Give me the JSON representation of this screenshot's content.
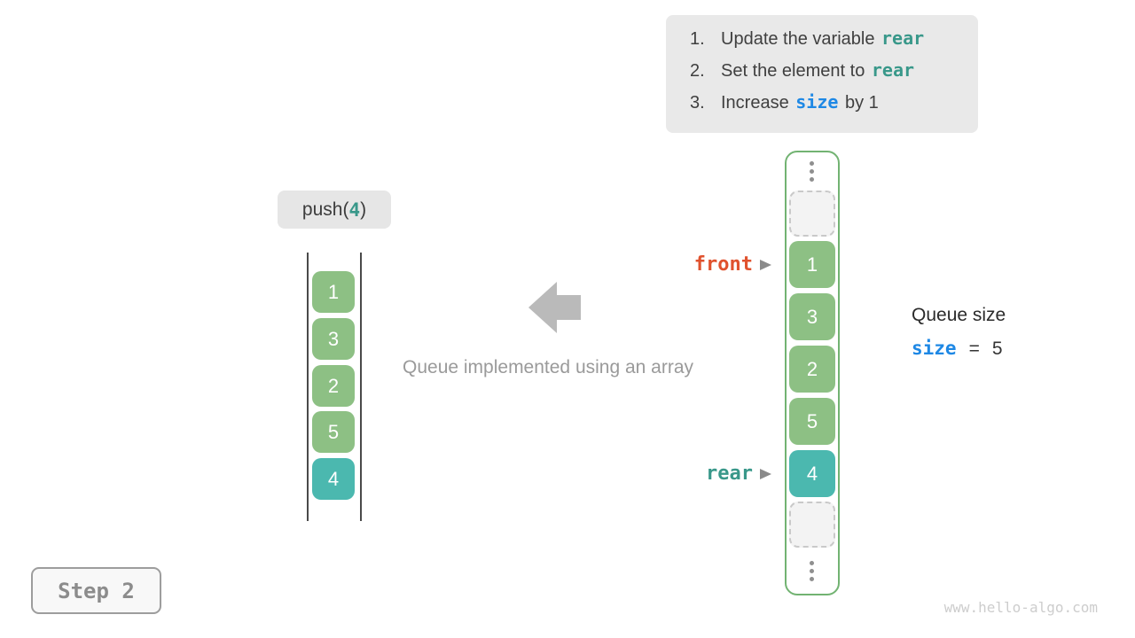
{
  "instructions": {
    "items": [
      {
        "num": "1.",
        "prefix": "Update the variable ",
        "code": "rear",
        "suffix": ""
      },
      {
        "num": "2.",
        "prefix": "Set the element to ",
        "code": "rear",
        "suffix": ""
      },
      {
        "num": "3.",
        "prefix": "Increase ",
        "code": "size",
        "suffix": " by 1"
      }
    ]
  },
  "push_label": {
    "fn": "push(",
    "arg": "4",
    "close": ")"
  },
  "left_stack": {
    "values": [
      "1",
      "3",
      "2",
      "5",
      "4"
    ]
  },
  "caption": "Queue implemented using an array",
  "queue": {
    "values": [
      "1",
      "3",
      "2",
      "5",
      "4"
    ],
    "front_label": "front",
    "rear_label": "rear"
  },
  "queue_size": {
    "title": "Queue size",
    "var": "size",
    "equals": "=",
    "value": "5"
  },
  "step_label": "Step 2",
  "watermark": "www.hello-algo.com",
  "icons": {
    "big_arrow": "block-arrow-left",
    "pointer_arrow": "arrowhead-right",
    "ellipsis": "vertical-dots"
  },
  "colors": {
    "cell_green": "#8dc084",
    "cell_teal": "#4bb8af",
    "frame_green": "#72b372",
    "front_orange": "#e0522e",
    "rear_teal": "#39988a",
    "size_blue": "#1e88e5"
  }
}
